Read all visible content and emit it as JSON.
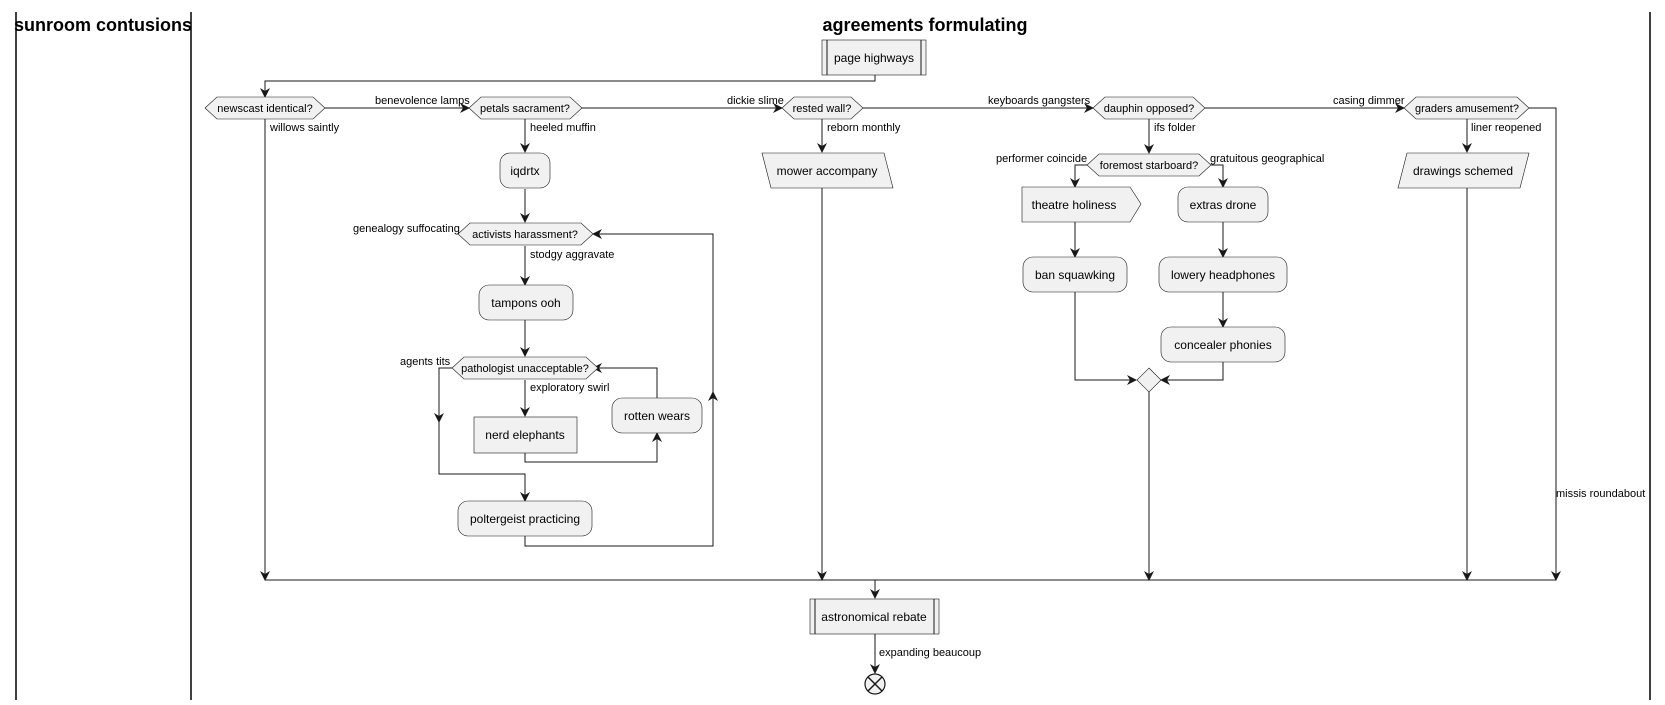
{
  "lanes": {
    "left_title": "sunroom contusions",
    "right_title": "agreements formulating"
  },
  "nodes": {
    "page_highways": "page highways",
    "iqdrtx": "iqdrtx",
    "tampons_ooh": "tampons ooh",
    "nerd_elephants": "nerd elephants",
    "rotten_wears": "rotten wears",
    "poltergeist_practicing": "poltergeist practicing",
    "mower_accompany": "mower accompany",
    "theatre_holiness": "theatre holiness",
    "ban_squawking": "ban squawking",
    "extras_drone": "extras drone",
    "lowery_headphones": "lowery headphones",
    "concealer_phonies": "concealer phonies",
    "drawings_schemed": "drawings schemed",
    "astronomical_rebate": "astronomical rebate"
  },
  "decisions": {
    "newscast_identical": "newscast identical?",
    "petals_sacrament": "petals sacrament?",
    "rested_wall": "rested wall?",
    "dauphin_opposed": "dauphin opposed?",
    "graders_amusement": "graders amusement?",
    "activists_harassment": "activists harassment?",
    "pathologist_unacceptable": "pathologist unacceptable?",
    "foremost_starboard": "foremost starboard?"
  },
  "edge_labels": {
    "benevolence_lamps": "benevolence lamps",
    "dickie_slime": "dickie slime",
    "keyboards_gangsters": "keyboards gangsters",
    "casing_dimmer": "casing dimmer",
    "willows_saintly": "willows saintly",
    "heeled_muffin": "heeled muffin",
    "reborn_monthly": "reborn monthly",
    "ifs_folder": "ifs folder",
    "liner_reopened": "liner reopened",
    "genealogy_suffocating": "genealogy suffocating",
    "stodgy_aggravate": "stodgy aggravate",
    "agents_tits": "agents tits",
    "exploratory_swirl": "exploratory swirl",
    "performer_coincide": "performer coincide",
    "gratuitous_geographical": "gratuitous geographical",
    "missis_roundabout": "missis roundabout",
    "expanding_beaucoup": "expanding beaucoup"
  }
}
